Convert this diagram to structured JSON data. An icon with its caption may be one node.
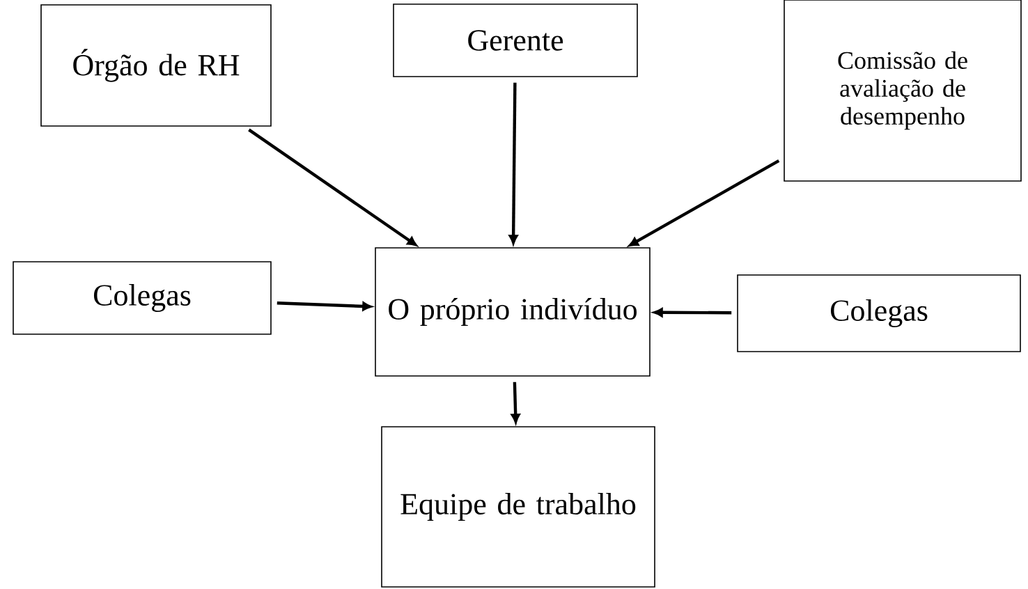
{
  "diagram": {
    "nodes": [
      {
        "text": [
          "Órgão de RH"
        ]
      },
      {
        "text": [
          "Gerente"
        ]
      },
      {
        "text": [
          "Comissão de avaliação de desempenho"
        ]
      },
      {
        "text": [
          "Colegas"
        ]
      },
      {
        "text": [
          "O próprio indivíduo"
        ]
      },
      {
        "text": [
          "Colegas"
        ]
      },
      {
        "text": [
          "Equipe de trabalho"
        ]
      }
    ],
    "edges": [
      {
        "from": 0,
        "to": 4,
        "arrow": "to"
      },
      {
        "from": 1,
        "to": 4,
        "arrow": "to"
      },
      {
        "from": 2,
        "to": 4,
        "arrow": "to"
      },
      {
        "from": 3,
        "to": 4,
        "arrow": "to"
      },
      {
        "from": 5,
        "to": 4,
        "arrow": "to"
      },
      {
        "from": 4,
        "to": 6,
        "arrow": "to"
      }
    ]
  }
}
